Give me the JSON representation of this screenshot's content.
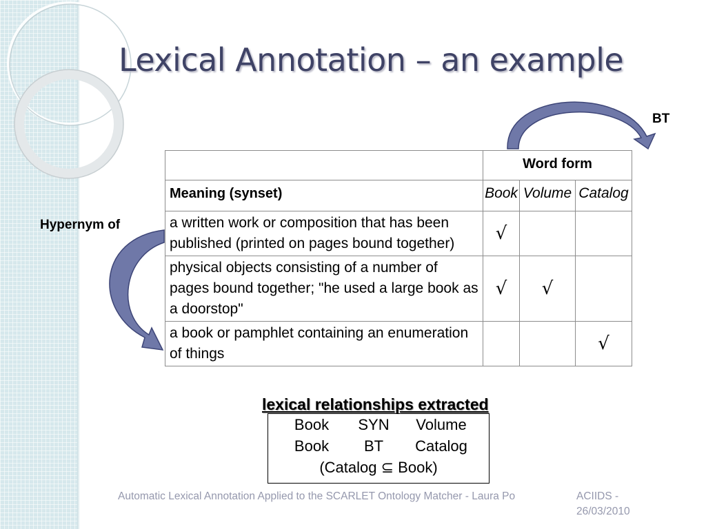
{
  "slide": {
    "title": "Lexical Annotation – an example",
    "bt_label": "BT",
    "hypernym_label": "Hypernym of",
    "table": {
      "header_word_form": "Word form",
      "header_meaning": "Meaning (synset)",
      "word_forms": [
        "Book",
        "Volume",
        "Catalog"
      ],
      "rows": [
        {
          "meaning": "a written work or composition that has been published (printed on pages bound together)",
          "checks": [
            "√",
            "",
            ""
          ]
        },
        {
          "meaning": "physical objects consisting of a number of pages bound together; \"he used a large book as a doorstop\"",
          "checks": [
            "√",
            "√",
            ""
          ]
        },
        {
          "meaning": "a book or pamphlet containing an enumeration of things",
          "checks": [
            "",
            "",
            "√"
          ]
        }
      ]
    },
    "relationships": {
      "title": "lexical relationships extracted",
      "lines": [
        [
          "Book",
          "SYN",
          "Volume"
        ],
        [
          "Book",
          "BT",
          "Catalog"
        ]
      ],
      "subset_line": {
        "open": "(Catalog",
        "symbol": "⊆",
        "close": "Book)"
      }
    },
    "footer": {
      "left": "Automatic Lexical Annotation Applied to the SCARLET Ontology Matcher - Laura Po",
      "right": "ACIIDS - 26/03/2010"
    },
    "colors": {
      "title": "#3f4366",
      "arrow_fill": "#6f78a8",
      "arrow_stroke": "#3d4577",
      "footer": "#9598ad",
      "sidebar": "#d6e8ec"
    }
  }
}
